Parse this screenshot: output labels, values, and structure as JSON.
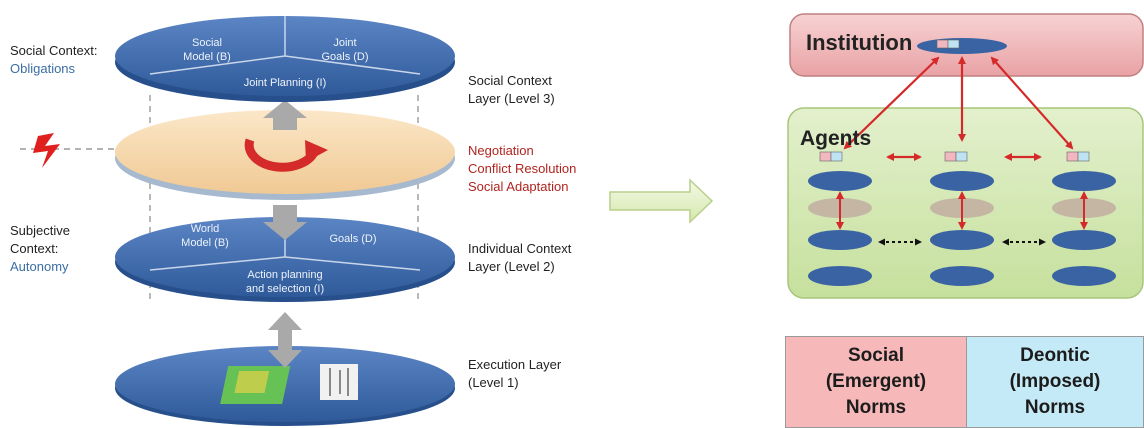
{
  "left_diagram": {
    "social_context_label": "Social Context:",
    "social_context_sub": "Obligations",
    "subjective_context_label": "Subjective\nContext:",
    "subjective_context_sub": "Autonomy",
    "top_disk": {
      "social_model": "Social\nModel (B)",
      "joint_goals": "Joint\nGoals (D)",
      "joint_planning": "Joint Planning (I)"
    },
    "mid_disk": {
      "world_model": "World\nModel (B)",
      "goals": "Goals (D)",
      "action_planning": "Action planning\nand selection (I)"
    },
    "layers": {
      "social_layer": "Social Context\nLayer (Level 3)",
      "negotiation": "Negotiation",
      "conflict": "Conflict Resolution",
      "adaptation": "Social Adaptation",
      "individual_layer": "Individual Context\nLayer (Level 2)",
      "execution_layer": "Execution Layer\n(Level 1)"
    }
  },
  "right_diagram": {
    "institution_label": "Institution",
    "agents_label": "Agents",
    "norms": {
      "social": "Social\n(Emergent)\nNorms",
      "deontic": "Deontic\n(Imposed)\nNorms"
    }
  },
  "colors": {
    "disk_blue": "#35609f",
    "disk_band": "#f5d9b0",
    "institution_fill": "#f2b9bb",
    "agents_fill": "#d5e8b6",
    "arrow_red": "#d42a2a",
    "social_norm_fill": "#f6b8b8",
    "deontic_norm_fill": "#c4eaf7"
  }
}
